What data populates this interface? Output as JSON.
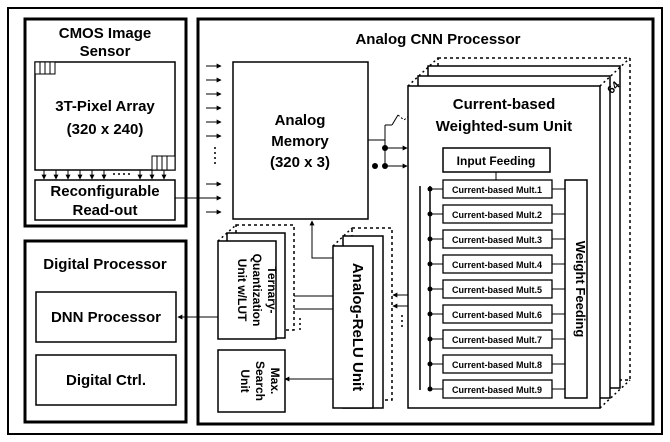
{
  "cmos_sensor": {
    "title_line1": "CMOS Image",
    "title_line2": "Sensor",
    "pixel_array_line1": "3T-Pixel Array",
    "pixel_array_line2": "(320 x 240)",
    "readout_line1": "Reconfigurable",
    "readout_line2": "Read-out"
  },
  "digital_processor": {
    "title": "Digital Processor",
    "dnn": "DNN Processor",
    "ctrl": "Digital Ctrl."
  },
  "analog_processor": {
    "title": "Analog CNN Processor",
    "memory_line1": "Analog",
    "memory_line2": "Memory",
    "memory_line3": "(320 x 3)",
    "ternary_line1": "Ternary-",
    "ternary_line2": "Quantization",
    "ternary_line3": "Unit w/LUT",
    "max_search_line1": "Max.",
    "max_search_line2": "Search",
    "max_search_line3": "Unit",
    "relu": "Analog-ReLU Unit",
    "cws_line1": "Current-based",
    "cws_line2": "Weighted-sum Unit",
    "stack_count": "64",
    "input_feeding": "Input Feeding",
    "weight_feeding": "Weight Feeding",
    "multipliers": [
      "Current-based Mult.1",
      "Current-based Mult.2",
      "Current-based Mult.3",
      "Current-based Mult.4",
      "Current-based Mult.5",
      "Current-based Mult.6",
      "Current-based Mult.7",
      "Current-based Mult.8",
      "Current-based Mult.9"
    ]
  }
}
